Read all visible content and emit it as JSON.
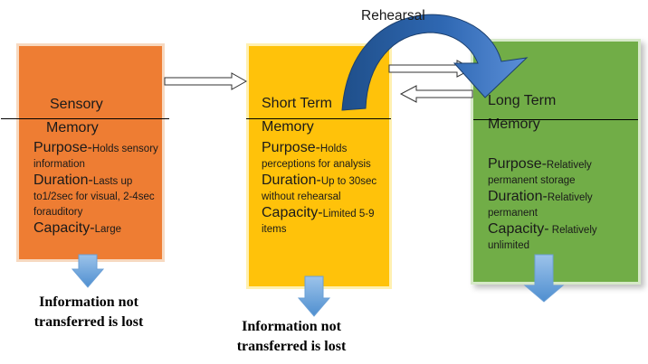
{
  "rehearsal_label": "Rehearsal",
  "sensory": {
    "title_line1": "Sensory",
    "title_line2": "Memory",
    "purpose_label": "Purpose-",
    "purpose_text": "Holds sensory information",
    "duration_label": "Duration-",
    "duration_text": "Lasts up to1/2sec for visual, 2-4sec forauditory",
    "capacity_label": "Capacity-",
    "capacity_text": "Large"
  },
  "short_term": {
    "title_line1": "Short Term",
    "title_line2": "Memory",
    "purpose_label": "Purpose-",
    "purpose_text": "Holds perceptions for analysis",
    "duration_label": "Duration-",
    "duration_text": "Up to 30sec without rehearsal",
    "capacity_label": "Capacity-",
    "capacity_text": "Limited 5-9 items"
  },
  "long_term": {
    "title_line1": "Long Term",
    "title_line2": "Memory",
    "purpose_label": "Purpose-",
    "purpose_text": "Relatively permanent storage",
    "duration_label": "Duration-",
    "duration_text": "Relatively permanent",
    "capacity_label": "Capacity-",
    "capacity_text": " Relatively unlimited"
  },
  "lost_note_1": {
    "line1": "Information not",
    "line2": "transferred is lost"
  },
  "lost_note_2": {
    "line1": "Information not",
    "line2": "transferred is lost"
  },
  "colors": {
    "sensory": "#ee7d33",
    "short_term": "#ffc20a",
    "long_term": "#71ad47",
    "down_arrow": "#5b9bd5",
    "rehearsal_arrow": "#2e5f9e"
  }
}
